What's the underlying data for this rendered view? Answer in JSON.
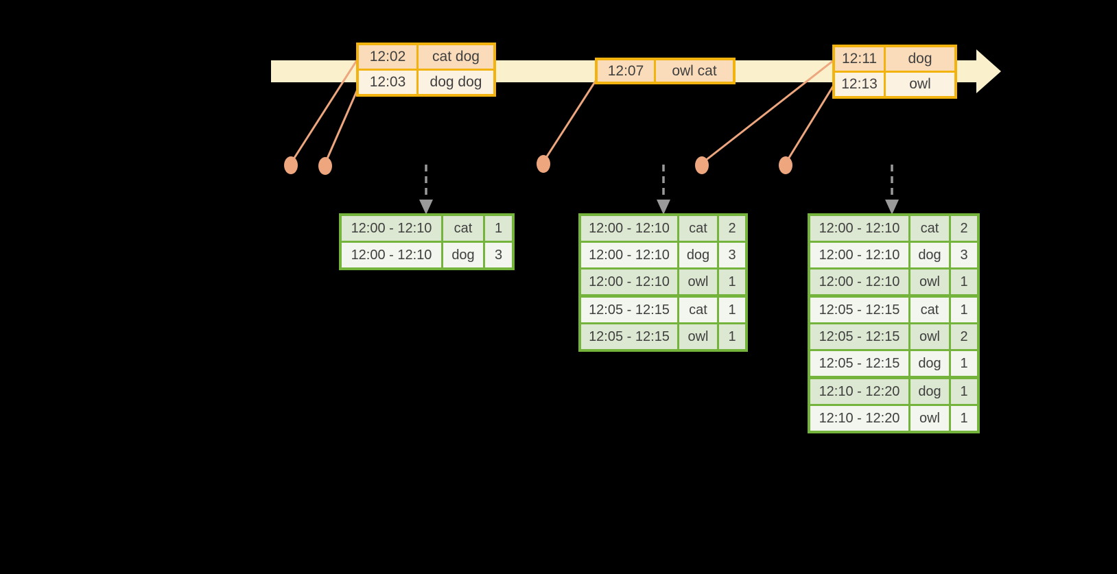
{
  "colors": {
    "bg": "#000000",
    "band": "#FAF0CB",
    "gold": "#F2B30F",
    "peach": "#FADCBA",
    "cream": "#FCF2E2",
    "salmon": "#EDA67E",
    "arrow-gray": "#9A9A9A",
    "green": "#74B33C",
    "green-dark-row": "#DDE8D2",
    "green-light-row": "#F2F6EE",
    "ink": "#3F3F3F"
  },
  "event_tables": [
    {
      "rows": [
        {
          "time": "12:02",
          "words": "cat dog"
        },
        {
          "time": "12:03",
          "words": "dog dog"
        }
      ]
    },
    {
      "rows": [
        {
          "time": "12:07",
          "words": "owl cat"
        }
      ]
    },
    {
      "rows": [
        {
          "time": "12:11",
          "words": "dog"
        },
        {
          "time": "12:13",
          "words": "owl"
        }
      ]
    }
  ],
  "result_tables": [
    {
      "groups": [
        {
          "rows": [
            [
              "12:00 - 12:10",
              "cat",
              "1"
            ],
            [
              "12:00 - 12:10",
              "dog",
              "3"
            ]
          ]
        }
      ]
    },
    {
      "groups": [
        {
          "rows": [
            [
              "12:00 - 12:10",
              "cat",
              "2"
            ],
            [
              "12:00 - 12:10",
              "dog",
              "3"
            ],
            [
              "12:00 - 12:10",
              "owl",
              "1"
            ]
          ]
        },
        {
          "rows": [
            [
              "12:05 - 12:15",
              "cat",
              "1"
            ],
            [
              "12:05 - 12:15",
              "owl",
              "1"
            ]
          ]
        }
      ]
    },
    {
      "groups": [
        {
          "rows": [
            [
              "12:00 - 12:10",
              "cat",
              "2"
            ],
            [
              "12:00 - 12:10",
              "dog",
              "3"
            ],
            [
              "12:00 - 12:10",
              "owl",
              "1"
            ]
          ]
        },
        {
          "rows": [
            [
              "12:05 - 12:15",
              "cat",
              "1"
            ],
            [
              "12:05 - 12:15",
              "owl",
              "2"
            ],
            [
              "12:05 - 12:15",
              "dog",
              "1"
            ]
          ]
        },
        {
          "rows": [
            [
              "12:10 - 12:20",
              "dog",
              "1"
            ],
            [
              "12:10 - 12:20",
              "owl",
              "1"
            ]
          ]
        }
      ]
    }
  ]
}
